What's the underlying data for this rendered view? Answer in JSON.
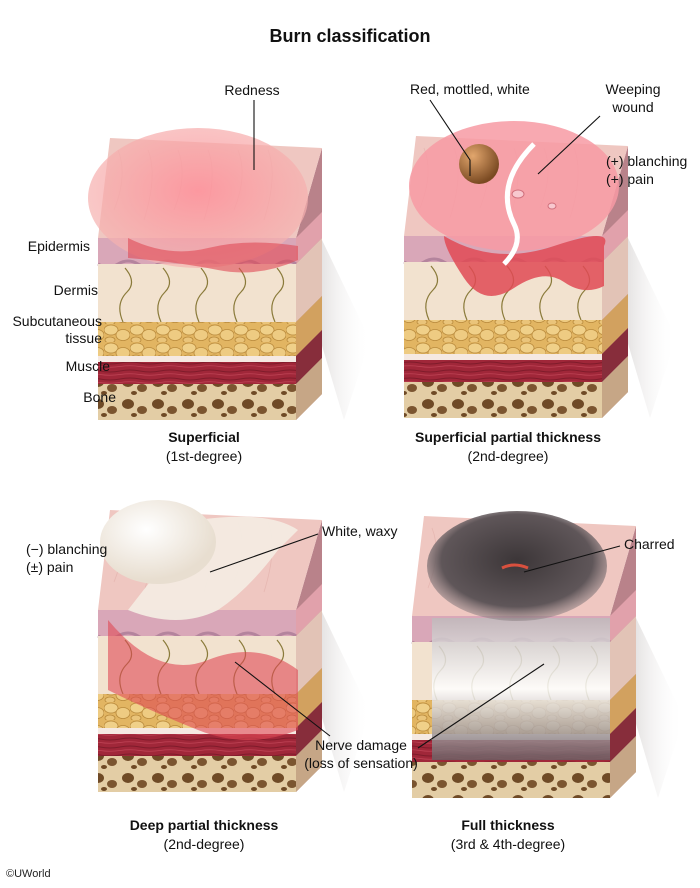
{
  "title": "Burn classification",
  "panels": [
    {
      "id": "superficial",
      "title": "Superficial",
      "subtitle": "(1st-degree)",
      "callouts": [
        "Redness"
      ]
    },
    {
      "id": "superficial-partial",
      "title": "Superficial partial thickness",
      "subtitle": "(2nd-degree)",
      "callouts": [
        "Red, mottled, white",
        "Weeping",
        "wound",
        "(+) blanching",
        "(+) pain"
      ]
    },
    {
      "id": "deep-partial",
      "title": "Deep partial thickness",
      "subtitle": "(2nd-degree)",
      "callouts": [
        "White, waxy",
        "(−) blanching",
        "(±) pain",
        "Nerve damage",
        "(loss of sensation)"
      ]
    },
    {
      "id": "full",
      "title": "Full thickness",
      "subtitle": "(3rd & 4th-degree)",
      "callouts": [
        "Charred"
      ]
    }
  ],
  "layers": [
    "Epidermis",
    "Dermis",
    "Subcutaneous",
    "tissue",
    "Muscle",
    "Bone"
  ],
  "copyright": "©UWorld",
  "colors": {
    "epidermis": "#efc7c1",
    "burn_red": "#e04a55",
    "dermis": "#f2e2cf",
    "fat": "#e9c77a",
    "muscle": "#a3283a",
    "bone": "#d9c29a",
    "char": "#2d2a2c"
  }
}
